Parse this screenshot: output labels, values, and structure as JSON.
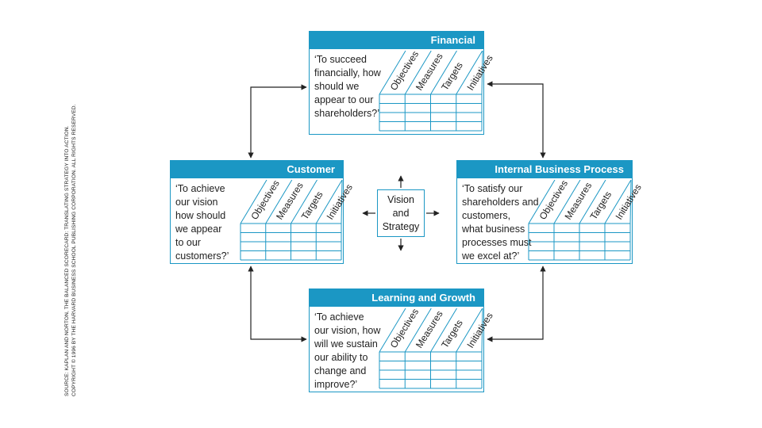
{
  "source": {
    "line1": "SOURCE: KAPLAN AND NORTON, THE BALANCED SCORECARD: TRANSLATING STRATEGY INTO ACTION.",
    "line2": "COPYRIGHT © 1996 BY THE HARVARD BUSINESS SCHOOL PUBLISHING CORPORATION. ALL RIGHTS RESERVED."
  },
  "columns": [
    "Objectives",
    "Measures",
    "Targets",
    "Initiatives"
  ],
  "vision": {
    "line1": "Vision",
    "line2": "and",
    "line3": "Strategy"
  },
  "financial": {
    "title": "Financial",
    "question": [
      "‘To succeed",
      "financially, how",
      "should we",
      "appear to our",
      "shareholders?’"
    ]
  },
  "customer": {
    "title": "Customer",
    "question": [
      "‘To achieve",
      "our vision",
      "how should",
      "we appear",
      "to our",
      "customers?’"
    ]
  },
  "internal": {
    "title": "Internal Business Process",
    "question": [
      "‘To satisfy our",
      "shareholders and",
      "customers,",
      "what business",
      "processes must",
      "we excel at?’"
    ]
  },
  "learning": {
    "title": "Learning and Growth",
    "question": [
      "‘To achieve",
      "our vision, how",
      "will we sustain",
      "our ability to",
      "change and",
      "improve?’"
    ]
  },
  "colors": {
    "accent": "#1b97c4",
    "arrow": "#222222"
  }
}
